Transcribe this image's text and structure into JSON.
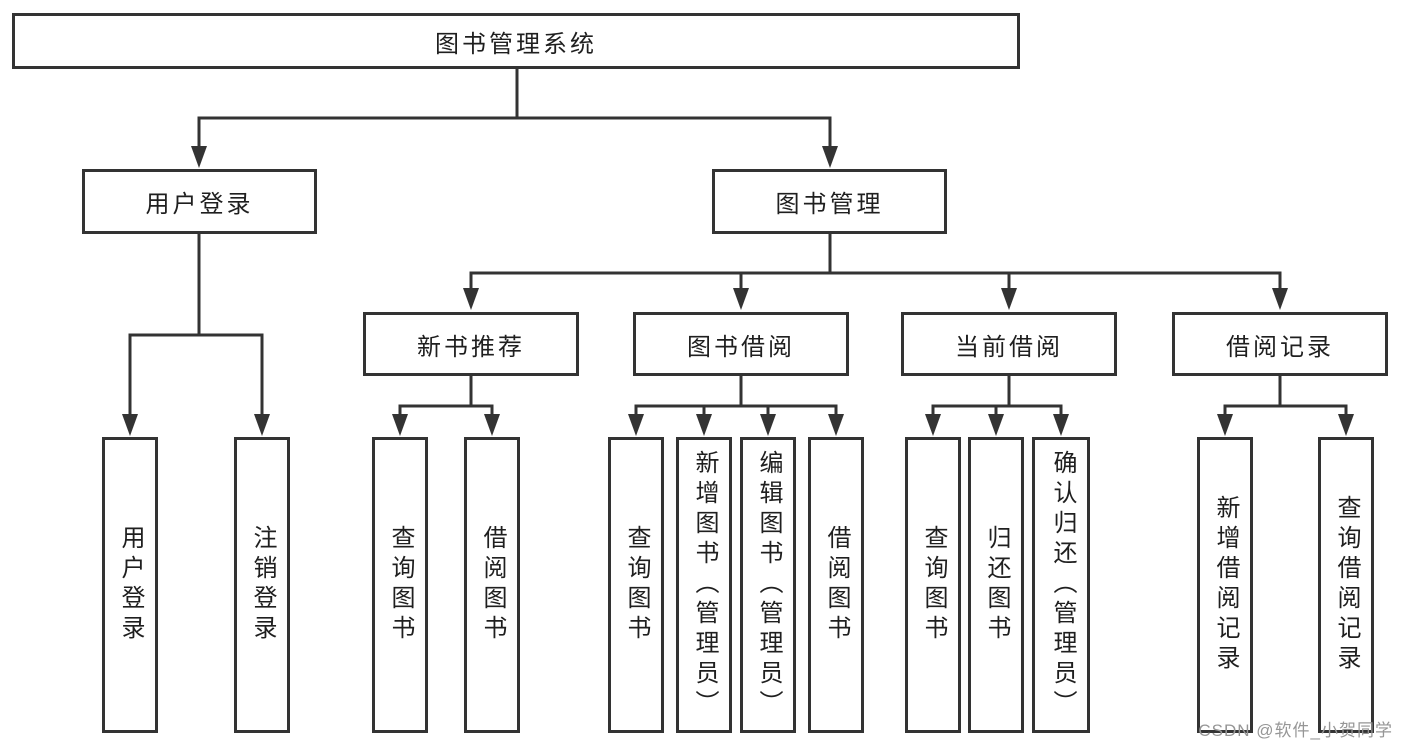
{
  "diagram": {
    "title": "图书管理系统",
    "branches": [
      {
        "label": "用户登录",
        "children": [
          {
            "label": "用户登录"
          },
          {
            "label": "注销登录"
          }
        ]
      },
      {
        "label": "图书管理",
        "groups": [
          {
            "label": "新书推荐",
            "children": [
              {
                "label": "查询图书"
              },
              {
                "label": "借阅图书"
              }
            ]
          },
          {
            "label": "图书借阅",
            "children": [
              {
                "label": "查询图书"
              },
              {
                "label": "新增图书（管理员）"
              },
              {
                "label": "编辑图书（管理员）"
              },
              {
                "label": "借阅图书"
              }
            ]
          },
          {
            "label": "当前借阅",
            "children": [
              {
                "label": "查询图书"
              },
              {
                "label": "归还图书"
              },
              {
                "label": "确认归还（管理员）"
              }
            ]
          },
          {
            "label": "借阅记录",
            "children": [
              {
                "label": "新增借阅记录"
              },
              {
                "label": "查询借阅记录"
              }
            ]
          }
        ]
      }
    ]
  },
  "watermark": {
    "text": "CSDN @软件_小贺同学"
  },
  "colors": {
    "line_color": "#333333",
    "text_color": "#1f1f1f",
    "box_bg": "#ffffff",
    "canvas_bg": "#ffffff",
    "watermark_color": "#969696"
  }
}
